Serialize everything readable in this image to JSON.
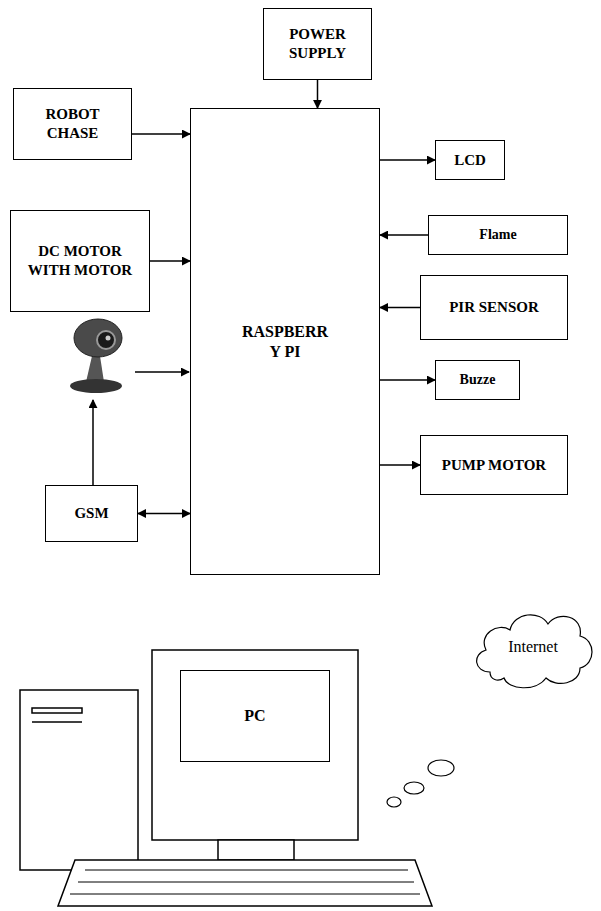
{
  "diagram": {
    "nodes": [
      {
        "text": [
          "POWER SUPPLY"
        ]
      },
      {
        "text": [
          "ROBOT CHASE"
        ]
      },
      {
        "text": [
          "LCD"
        ]
      },
      {
        "text": [
          "DC MOTOR WITH MOTOR"
        ]
      },
      {
        "text": [
          "RASPBERR Y PI"
        ]
      },
      {
        "text": [
          "Flame"
        ]
      },
      {
        "text": [
          "PIR SENSOR"
        ]
      },
      {
        "text": [
          "Buzze"
        ]
      },
      {
        "text": [
          "PUMP MOTOR"
        ]
      },
      {
        "text": [
          "GSM"
        ]
      },
      {
        "text": [
          "Internet"
        ]
      },
      {
        "text": [
          "PC"
        ]
      }
    ],
    "edges": [
      {
        "from": 0,
        "to": 4,
        "arrow": "to"
      },
      {
        "from": 1,
        "to": 4,
        "arrow": "to"
      },
      {
        "from": 4,
        "to": 2,
        "arrow": "to"
      },
      {
        "from": 3,
        "to": 4,
        "arrow": "to"
      },
      {
        "from": 5,
        "to": 4,
        "arrow": "to"
      },
      {
        "from": 6,
        "to": 4,
        "arrow": "to"
      },
      {
        "from": 4,
        "to": 7,
        "arrow": "to"
      },
      {
        "from": 4,
        "to": 8,
        "arrow": "to"
      },
      {
        "from": 9,
        "to": 4,
        "arrow": "both"
      }
    ]
  }
}
